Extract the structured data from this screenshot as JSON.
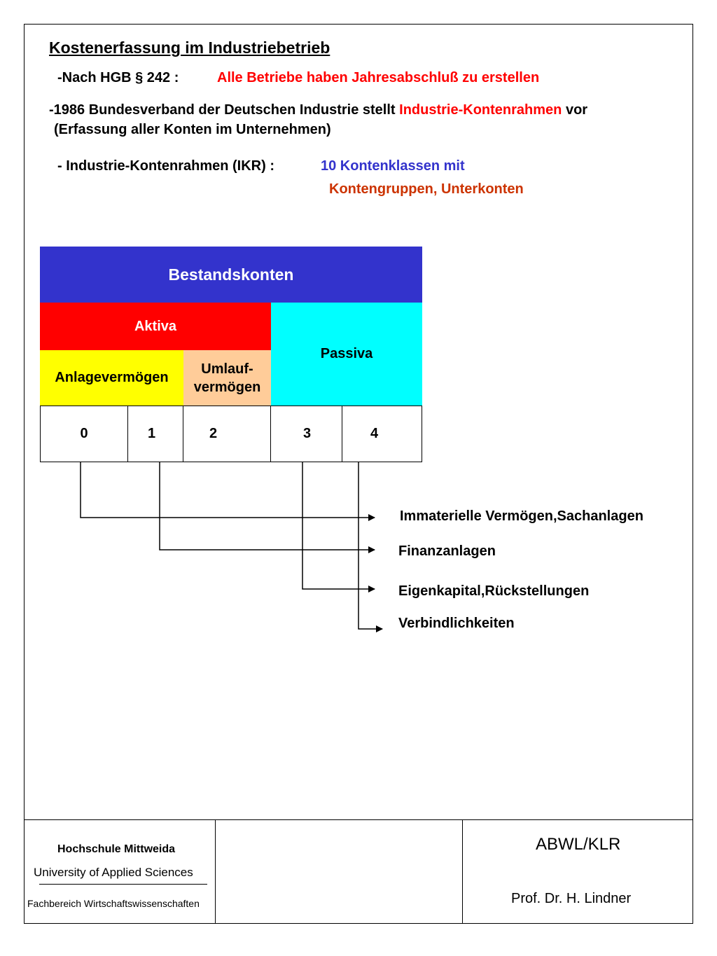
{
  "header": {
    "title": "Kostenerfassung im Industriebetrieb",
    "hgb_prefix": "-Nach HGB § 242 :",
    "hgb_text": "Alle Betriebe haben Jahresabschluß zu erstellen",
    "bdi_prefix": "-1986 Bundesverband der Deutschen Industrie stellt",
    "bdi_highlight": "Industrie-Kontenrahmen",
    "bdi_suffix": "vor",
    "bdi_line2": "(Erfassung aller Konten im Unternehmen)",
    "ikr_prefix": "- Industrie-Kontenrahmen (IKR) :",
    "ikr_blue": "10 Kontenklassen mit",
    "ikr_orange": "Kontengruppen, Unterkonten"
  },
  "diagram": {
    "bestandskonten": "Bestandskonten",
    "aktiva": "Aktiva",
    "passiva": "Passiva",
    "anlagevermoegen": "Anlagevermögen",
    "umlauf_line1": "Umlauf-",
    "umlauf_line2": "vermögen",
    "classes": [
      "0",
      "1",
      "2",
      "3",
      "4"
    ],
    "targets": [
      "Immaterielle Vermögen,Sachanlagen",
      "Finanzanlagen",
      "Eigenkapital,Rückstellungen",
      "Verbindlichkeiten"
    ]
  },
  "footer": {
    "school": "Hochschule Mittweida",
    "university": "University of Applied Sciences",
    "department": "Fachbereich Wirtschaftswissenschaften",
    "course": "ABWL/KLR",
    "professor": "Prof. Dr. H. Lindner"
  },
  "colors": {
    "blue_header": "#3333cc",
    "aktiva": "#ff0000",
    "passiva": "#00ffff",
    "anlage": "#ffff00",
    "umlauf": "#ffcc99",
    "highlight_red": "#ff0000",
    "highlight_blue": "#3333cc",
    "highlight_orange": "#cc3300"
  }
}
